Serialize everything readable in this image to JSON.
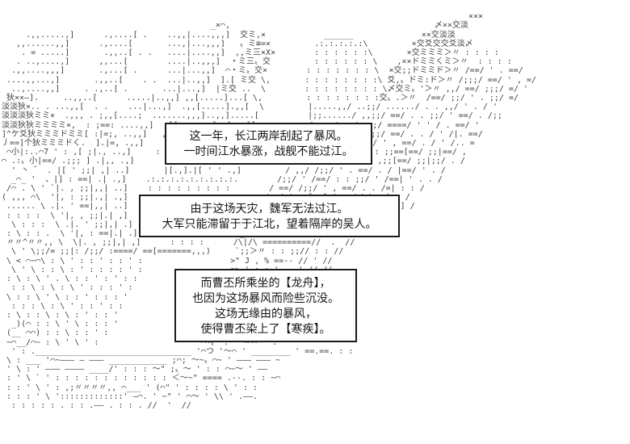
{
  "page": {
    "background_color": "#ffffff",
    "art_color": "#3d3d3d",
    "box_border_color": "#1b1b1b",
    "box_text_color": "#141414"
  },
  "dialogue": {
    "boxes": [
      {
        "id": "dialogue-box-1",
        "lines": [
          "这一年，长江两岸刮起了暴风。",
          "一时间江水暴涨，战舰不能过江。"
        ]
      },
      {
        "id": "dialogue-box-2",
        "lines": [
          "由于这场天灾，魏军无法过江。",
          "大军只能滞留于于江北，望着隔岸的吴人。"
        ]
      },
      {
        "id": "dialogue-box-3",
        "lines": [
          "而曹丕所乘坐的【龙舟】，",
          "也因为这场暴风而险些沉没。",
          "这场无缘由的暴风，",
          "使得曹丕染上了【寒疾】。"
        ]
      }
    ]
  },
  "art": {
    "lines": [
      "",
      "                                                                                                ×××",
      "                                           _×⌒,                                          〆××交淡",
      "     .,,.....,]      .,....[ .    ..,,|....,,,]  交ミ,×            ______              ××交淡淡",
      "   ,,......,,]      .,....[       ...,|...,,,]   〟ミ≡=×         .:.:.:.:.:\\         ×交爻交交爻淡〆",
      "    . = .....]       .,,..[ . .   ....|....,,]  ,,ミ三×X×        : : : : : :\\       ×交ミミミ＞〃 : : : :",
      "   . ..,....,]      ,,...[        ....|..,,,]  ・ミ三〟交         : : : : : : \\    ,××ドミミくミ＞〃  : : : :",
      "  .,,....,,,]       .,...[ .      ...|...,,]  ⌒・ミ〟交×        : : : : : : : \\  ×交;;ドミミド＞〃 /==/ ' . ==/",
      " ....,,...,]       .,,..[    . .  ...|..,,]  ].[ ミ交 \\,       : : : : : : : :\\ 爻,〟ドミ:ド＞〃 /;;;/ ==/ ' , =/",
      "  ..,....,,]     . .,..[ .       ...|...,]  |ミ交 ..  \\        : : : : : : : : \\〆交ミ〟'＞〃 ,,/ ==/ ;;;/ =/ '",
      " 狄××—].     ..,,..[      .....|..,,] ,,[.....]...[ \\,         : : : : : : : :交〟.＞〃  /==/ ;;/ ' . ;;/ =/",
      "淡淡狄×.. . ...,,[  . .    ...|...,]  .,,[.....].,,[  \\         |.....,,/ ..;;/ ....../ . . ,,/ ' . / '",
      "淡淡淡狄ミミ×  .,,, . ;,,[....;  .......,,,]..,,].....[          |;;....../ ,,;;/ ==/ . . ;;/ ' ==/ . /;;",
      "淡淡狄狄ミミミミ×,  : ;==: ....,,]  ,][....,,,].,[ ,,][         ,,|====/ ,,/ ;;;/ ====/ ' ' / . ==/ '",
      "]^ケ爻狄ミミミドミミ[ :|=;, ..,,]   ,][....,,]..,][ .,,]          |......,,/ ' ;;/ ==/ . . / ' /|. ==/",
      "丿==]个狄ミミミドく.  ].|=, .,,]    .][...,,].,][  ..,]         ,,|==/ ,;;/ ==./ ' , ==/ . / ' /.. =",
      " ⌒小|:..⌒7 ' : ,[ ;|., ..,]     : |[..,,].|[  ' .,]          /;;/ ' /==;;/ : : ;;==[==/ ;;|==/ ,",
      "⌒ .:〟小|==/ .;;; ] .|,, .,]      :|[.,,].|[ '  ..]          / ;;/ /==;;/ : : ,;;[==/ ;;|;;/ . /",
      "  ' 丶 ゛ . |[ ' ;;| ,| ..]       |[.,].|[ ' ' .,]         / ,,/ /;;/ ' . ==/ . / |==/ ' . /",
      "  _⌒_ '  、|] : ==| .| .,]    .:.:.:.:.:.:.:.:.:.        /;;/ ' /==/ : : ;;/ ' /==| ' . . /",
      " /⌒ . \\ ' `|. , ;;|,,| ..]    : : : : : : : : :        / ==/ /;;/ ' , ==/ . . /=| : : /",
      "( ,,, ⌒\\  '|, : ;;|.,| .,]    : : : : : : : : :       /==/ ' ;;[==[ ' ;;/ \\/ ==| . /",
      " ...... \\ .|. ' ==|,,| ..]     : : : : : : : :        / ;;/ ,[==[ . ==/ ' V ' ==;;] /",
      " : : : :  \\ '|, , ;;|.| ,]       : : : : : :        /==[;;[==/ ' ====;;] ' . , ' /",
      "  \\ : : :  \\ .|. ' ;;|,| .]       : : : : :        / |/\\==/ ====,,;;] : : : //",
      " : \\ : : .  \\ '|, : ==|.| .]       : : : :       _/\\ ;;;;;;;;;;;;// ' : //",
      " 〃〃^〃〃,, \\  \\|. , ;;|,| ,]      : : : :      /\\|/\\ ==========//  .  //",
      "  \\ ' \\;;/= ;;|: /;;/ :====/ ==[=======,,,)     `;;＞〃 : : ;;// : : //",
      " \\ < ⌒~⌒\\ : \\ ' : : ' : : ' :                  >\" J , % ==-- // ' //",
      "  \\ ' \\ : : \\ : ' : : : : ' :                  ⌒> ' : : ' —— ' // //",
      " : \\ : \\ ' . \\ : : ' : ' : :                 __ ' —— ＜ : : : // '",
      "  : : \\ : \\ : \\ ' : : : ' :                —— —— ' : : ' ——— //",
      " \\ : : \\ ' \\ : : ' : : : '                —— ＜＿＿＿＿ : : ' ——",
      "  : : : \\ : \\ ' : : ' : :                  ~~~＜〜っつ く＿ : : : :",
      " : \\ : : \\ : \\ : ' : : '                  ) Z\"....〟~< ==.-- : :",
      "  _)(⌒ : : \\ ' \\ : : : '                 ⌒)~\" ' ==.-.- ' 〜~〟",
      " (__ ⌒⌒) : : \\ : : ' :                   ⌒( へ~\" : : ' 〜⌒\"",
      " ~⌒__/⌒~ : \\ ' \\ ' :                     ⌒~〟 : ' ~⌒~ ' :",
      "  ' : .________________________________ '⌒つ '〜⌒ ' ________ ' ==.==. : :",
      " \\ : ___ '⌒~——— — ——— ____________ ;⌒; 〜~〟⌒~ ' ——— ——— ~",
      " ' \\ : ' ——— ———— ____/' : : : 〜\" ;〟〜 ' : : ⌒~〜 ' ——",
      " : ' \\ ` ' : : : : : : : : : : : : ＜〜~\" ==== .--. : : ~⌒",
      " : : ' \\ ' : ,;〃〃〃〃,, ⌒___ ' (⌒\" ' : : : : \\ ' : :",
      " : : : ' \\ ':::::::::::::' —⌒. ' ~\" ' ⌒〜 ' \\\\ ' .——.",
      "  : : : : : . : : .—— . : : . //  '  //",
      ""
    ]
  }
}
